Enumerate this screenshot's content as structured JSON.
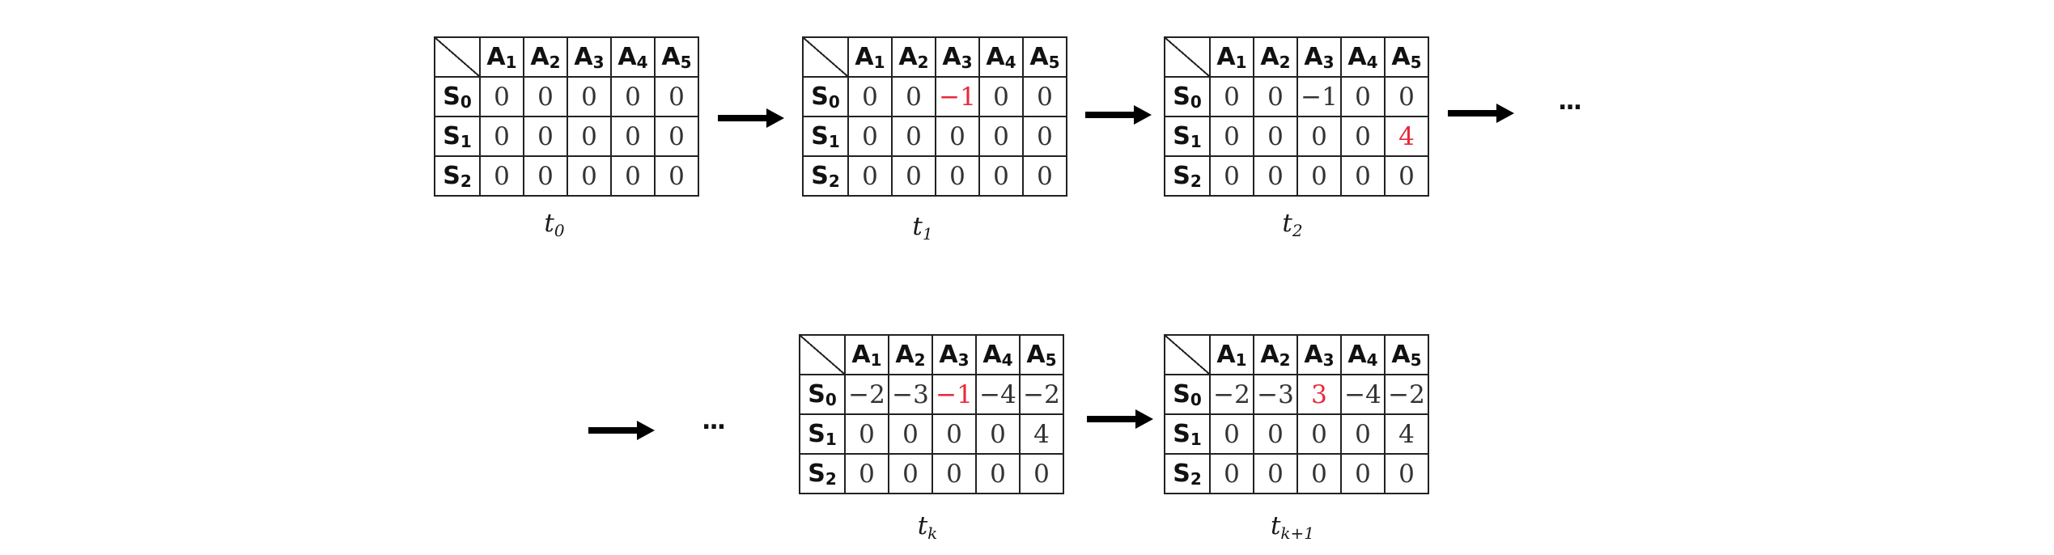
{
  "actions": [
    "A1",
    "A2",
    "A3",
    "A4",
    "A5"
  ],
  "states": [
    "S0",
    "S1",
    "S2"
  ],
  "tables": [
    {
      "time_base": "t",
      "time_sub": "0",
      "rows": [
        [
          "0",
          "0",
          "0",
          "0",
          "0"
        ],
        [
          "0",
          "0",
          "0",
          "0",
          "0"
        ],
        [
          "0",
          "0",
          "0",
          "0",
          "0"
        ]
      ],
      "highlight": []
    },
    {
      "time_base": "t",
      "time_sub": "1",
      "rows": [
        [
          "0",
          "0",
          "−1",
          "0",
          "0"
        ],
        [
          "0",
          "0",
          "0",
          "0",
          "0"
        ],
        [
          "0",
          "0",
          "0",
          "0",
          "0"
        ]
      ],
      "highlight": [
        [
          0,
          2
        ]
      ]
    },
    {
      "time_base": "t",
      "time_sub": "2",
      "rows": [
        [
          "0",
          "0",
          "−1",
          "0",
          "0"
        ],
        [
          "0",
          "0",
          "0",
          "0",
          "4"
        ],
        [
          "0",
          "0",
          "0",
          "0",
          "0"
        ]
      ],
      "highlight": [
        [
          1,
          4
        ]
      ]
    },
    {
      "time_base": "t",
      "time_sub": "k",
      "rows": [
        [
          "−2",
          "−3",
          "−1",
          "−4",
          "−2"
        ],
        [
          "0",
          "0",
          "0",
          "0",
          "4"
        ],
        [
          "0",
          "0",
          "0",
          "0",
          "0"
        ]
      ],
      "highlight": [
        [
          0,
          2
        ]
      ]
    },
    {
      "time_base": "t",
      "time_sub": "k+1",
      "rows": [
        [
          "−2",
          "−3",
          "3",
          "−4",
          "−2"
        ],
        [
          "0",
          "0",
          "0",
          "0",
          "4"
        ],
        [
          "0",
          "0",
          "0",
          "0",
          "0"
        ]
      ],
      "highlight": [
        [
          0,
          2
        ]
      ]
    }
  ],
  "ellipsis": "...",
  "colors": {
    "highlight": "#e8283a",
    "border": "#222222",
    "text": "#333333"
  }
}
